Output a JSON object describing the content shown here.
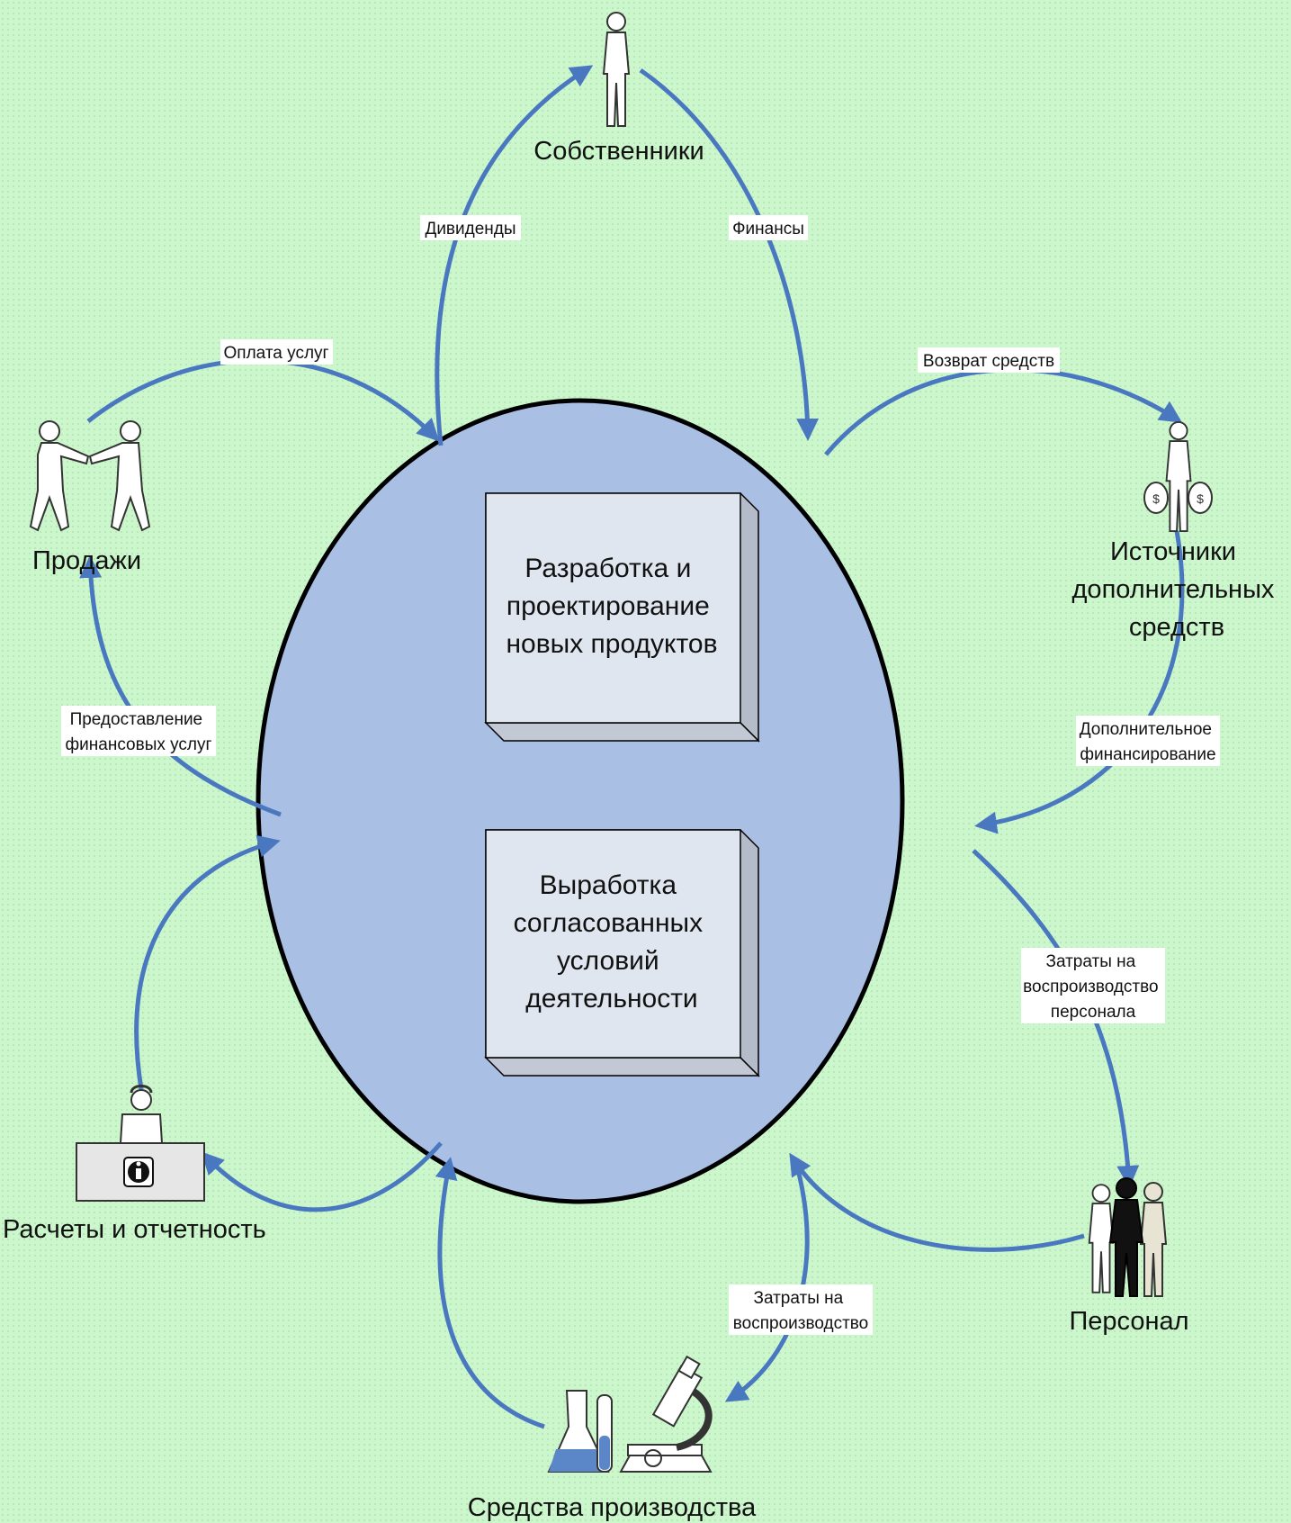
{
  "colors": {
    "background": "#ccf7cc",
    "circle_fill": "#a9bfe3",
    "arrow": "#4a78c0",
    "box_fill": "#dfe6f0"
  },
  "center": {
    "box_top": [
      "Разработка и",
      "проектирование",
      "новых продуктов"
    ],
    "box_bottom": [
      "Выработка",
      "согласованных",
      "условий",
      "деятельности"
    ]
  },
  "nodes": {
    "owners": {
      "label": "Собственники",
      "icon": "person-icon"
    },
    "sources": {
      "label_lines": [
        "Источники",
        "дополнительных",
        "средств"
      ],
      "icon": "person-with-money-bags-icon"
    },
    "sales": {
      "label": "Продажи",
      "icon": "handshake-people-icon"
    },
    "staff": {
      "label": "Персонал",
      "icon": "group-of-people-icon"
    },
    "accounting": {
      "label": "Расчеты и отчетность",
      "icon": "info-desk-icon"
    },
    "production": {
      "label": "Средства производства",
      "icon": "lab-flasks-microscope-icon"
    }
  },
  "edges": {
    "dividends": {
      "lines": [
        "Дивиденды"
      ]
    },
    "finance": {
      "lines": [
        "Финансы"
      ]
    },
    "service_payment": {
      "lines": [
        "Оплата услуг"
      ]
    },
    "funds_return": {
      "lines": [
        "Возврат средств"
      ]
    },
    "financial_services": {
      "lines": [
        "Предоставление",
        "финансовых услуг"
      ]
    },
    "additional_financing": {
      "lines": [
        "Дополнительное",
        "финансирование"
      ]
    },
    "staff_costs": {
      "lines": [
        "Затраты на",
        "воспроизводство",
        "персонала"
      ]
    },
    "reproduction_costs": {
      "lines": [
        "Затраты на",
        "воспроизводство"
      ]
    }
  }
}
